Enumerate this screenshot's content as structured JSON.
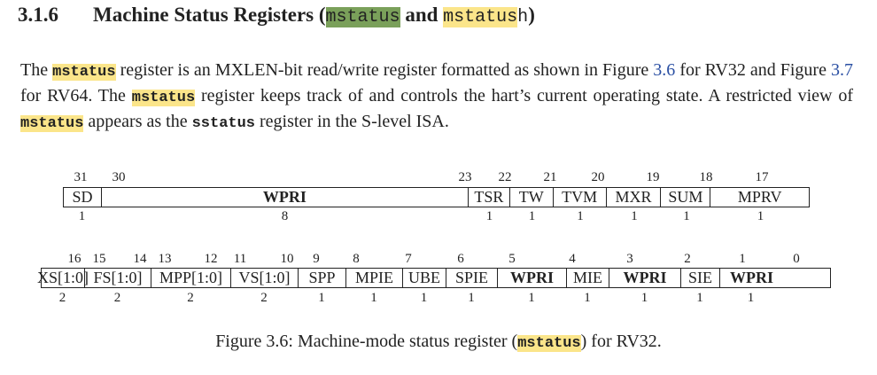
{
  "heading": {
    "number": "3.1.6",
    "title_prefix": "Machine Status Registers (",
    "code1": "mstatus",
    "and": " and ",
    "code2": "mstatus",
    "code2_suffix": "h",
    "close": ")"
  },
  "paragraph": {
    "t1": "The ",
    "c1": "mstatus",
    "t2": " register is an MXLEN-bit read/write register formatted as shown in Figure ",
    "l1": "3.6",
    "t3": " for RV32 and Figure ",
    "l2": "3.7",
    "t4": " for RV64. The ",
    "c2": "mstatus",
    "t5": " register keeps track of and controls the hart’s current operating state. A restricted view of ",
    "c3": "mstatus",
    "t6": " appears as the ",
    "c4": "sstatus",
    "t7": " register in the S-level ISA."
  },
  "row1": {
    "bit_labels": [
      "31",
      "30",
      "23",
      "22",
      "21",
      "20",
      "19",
      "18",
      "17"
    ],
    "fields": [
      {
        "name": "SD",
        "width": "1",
        "bold": false
      },
      {
        "name": "WPRI",
        "width": "8",
        "bold": true
      },
      {
        "name": "TSR",
        "width": "1",
        "bold": false
      },
      {
        "name": "TW",
        "width": "1",
        "bold": false
      },
      {
        "name": "TVM",
        "width": "1",
        "bold": false
      },
      {
        "name": "MXR",
        "width": "1",
        "bold": false
      },
      {
        "name": "SUM",
        "width": "1",
        "bold": false
      },
      {
        "name": "MPRV",
        "width": "1",
        "bold": false
      }
    ]
  },
  "row2": {
    "bit_labels": [
      "16",
      "15",
      "14",
      "13",
      "12",
      "11",
      "10",
      "9",
      "8",
      "7",
      "6",
      "5",
      "4",
      "3",
      "2",
      "1",
      "0"
    ],
    "fields": [
      {
        "name": "XS[1:0]",
        "width": "2",
        "bold": false
      },
      {
        "name": "FS[1:0]",
        "width": "2",
        "bold": false
      },
      {
        "name": "MPP[1:0]",
        "width": "2",
        "bold": false
      },
      {
        "name": "VS[1:0]",
        "width": "2",
        "bold": false
      },
      {
        "name": "SPP",
        "width": "1",
        "bold": false
      },
      {
        "name": "MPIE",
        "width": "1",
        "bold": false
      },
      {
        "name": "UBE",
        "width": "1",
        "bold": false
      },
      {
        "name": "SPIE",
        "width": "1",
        "bold": false
      },
      {
        "name": "WPRI",
        "width": "1",
        "bold": true
      },
      {
        "name": "MIE",
        "width": "1",
        "bold": false
      },
      {
        "name": "WPRI",
        "width": "1",
        "bold": true
      },
      {
        "name": "SIE",
        "width": "1",
        "bold": false
      },
      {
        "name": "WPRI",
        "width": "1",
        "bold": true
      }
    ]
  },
  "caption": {
    "prefix": "Figure 3.6: Machine-mode status register (",
    "code": "mstatus",
    "suffix": ") for RV32."
  },
  "colors": {
    "highlight_yellow": "#fbe58a",
    "highlight_green": "#7aa05a",
    "link": "#2a4fa3"
  }
}
